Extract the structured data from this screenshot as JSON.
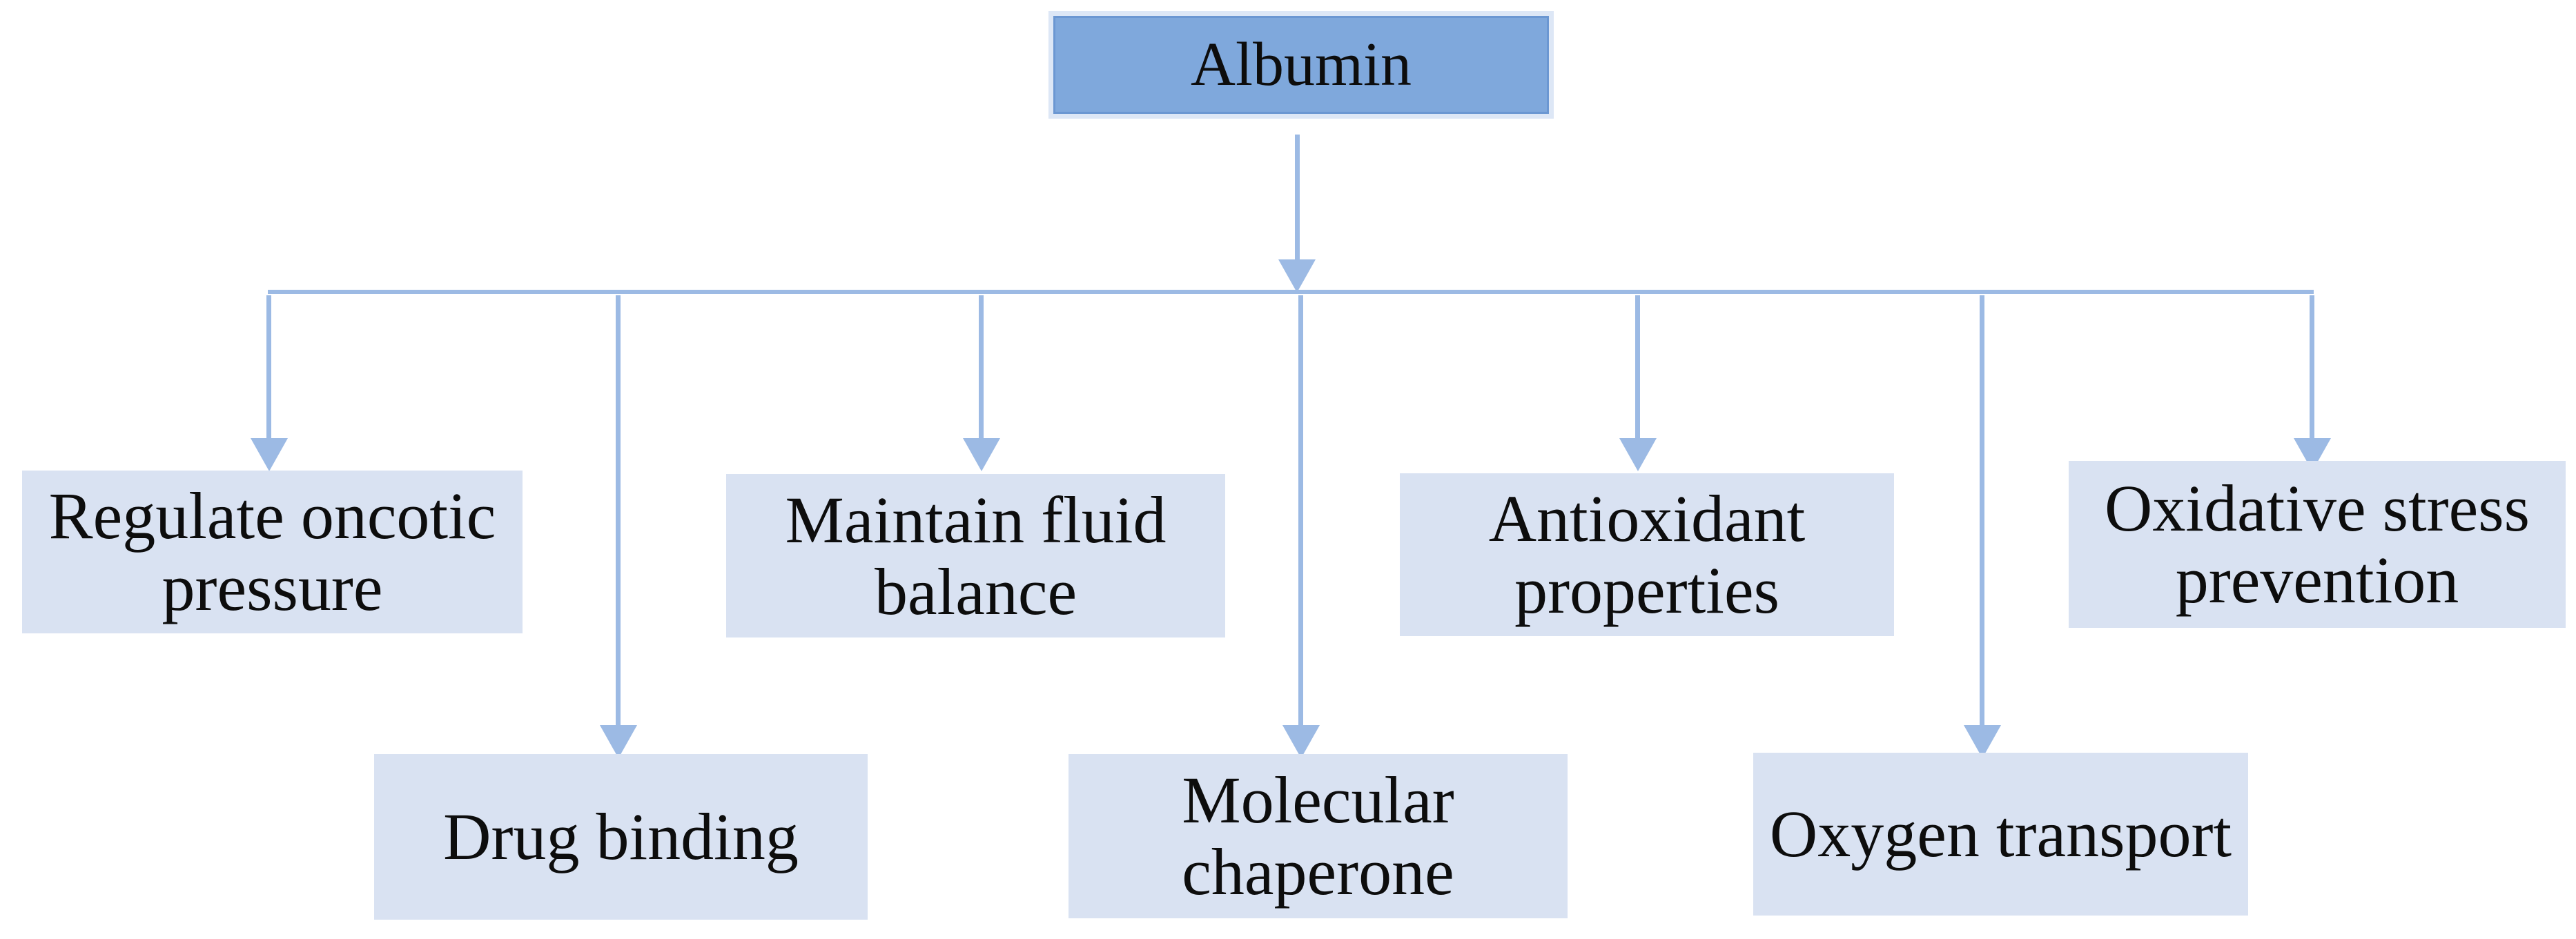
{
  "diagram": {
    "root": {
      "label": "Albumin"
    },
    "branches_row1": [
      {
        "id": "regulate-oncotic-pressure",
        "label": "Regulate oncotic\npressure"
      },
      {
        "id": "maintain-fluid-balance",
        "label": "Maintain fluid\nbalance"
      },
      {
        "id": "antioxidant-properties",
        "label": "Antioxidant\nproperties"
      },
      {
        "id": "oxidative-stress-prevention",
        "label": "Oxidative stress\nprevention"
      }
    ],
    "branches_row2": [
      {
        "id": "drug-binding",
        "label": "Drug binding"
      },
      {
        "id": "molecular-chaperone",
        "label": "Molecular\nchaperone"
      },
      {
        "id": "oxygen-transport",
        "label": "Oxygen transport"
      }
    ],
    "colors": {
      "root_fill": "#7FA8DC",
      "root_border": "#6B97D2",
      "root_halo": "#DDE7F6",
      "branch_fill": "#D9E2F2",
      "connector": "#9CBAE4",
      "text": "#0D0D0D",
      "background": "#FFFFFF"
    }
  }
}
